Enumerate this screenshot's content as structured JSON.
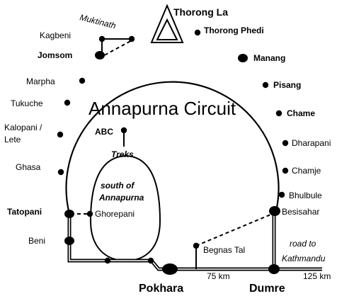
{
  "map": {
    "title": "Annapurna Circuit",
    "trek_heading": "Treks",
    "trek_subheading_line1": "south of",
    "trek_subheading_line2": "Annapurna",
    "road_label_line1": "road to",
    "road_label_line2": "Kathmandu",
    "distances": {
      "pokhara_dumre": "75 km",
      "dumre_kathmandu": "125 km"
    },
    "places": {
      "thorong_la": "Thorong La",
      "thorong_phedi": "Thorong Phedi",
      "muktinath": "Muktinath",
      "kagbeni": "Kagbeni",
      "jomsom": "Jomsom",
      "manang": "Manang",
      "pisang": "Pisang",
      "marpha": "Marpha",
      "tukuche": "Tukuche",
      "chame": "Chame",
      "kalopani_line1": "Kalopani /",
      "kalopani_line2": "Lete",
      "dharapani": "Dharapani",
      "ghasa": "Ghasa",
      "chamje": "Chamje",
      "abc": "ABC",
      "bhulbule": "Bhulbule",
      "tatopani": "Tatopani",
      "besisahar": "Besisahar",
      "ghorepani": "Ghorepani",
      "beni": "Beni",
      "begnas_tal": "Begnas Tal",
      "pokhara": "Pokhara",
      "dumre": "Dumre"
    },
    "colors": {
      "ink": "#000000",
      "paper": "#ffffff"
    },
    "symbols": [
      "mountain-pass-icon",
      "village-dot",
      "town-dot"
    ]
  }
}
